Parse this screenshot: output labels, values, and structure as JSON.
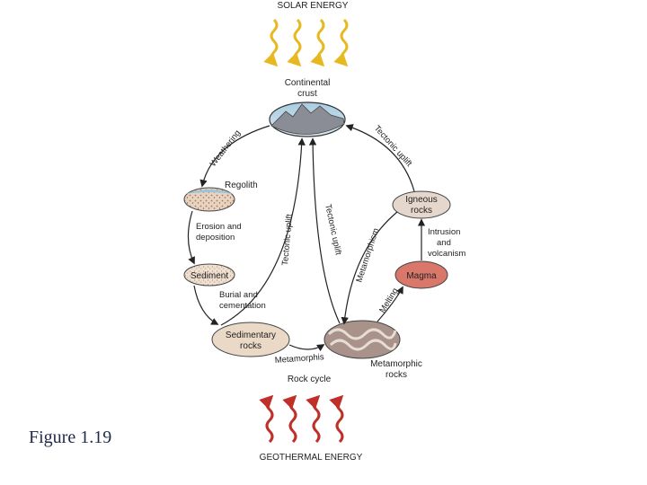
{
  "caption": "Figure 1.19",
  "energy": {
    "top": "SOLAR ENERGY",
    "bottom": "GEOTHERMAL ENERGY"
  },
  "nodes": {
    "continental_crust": "Continental crust",
    "regolith": "Regolith",
    "sediment": "Sediment",
    "sedimentary_rocks": "Sedimentary rocks",
    "metamorphic_rocks": "Metamorphic rocks",
    "igneous_rocks": "Igneous rocks",
    "magma": "Magma"
  },
  "processes": {
    "weathering": "Weathering",
    "erosion_deposition": "Erosion and deposition",
    "burial_cementation": "Burial and cementation",
    "metamorphism_bottom": "Metamorphis",
    "metamorphism_diag": "Metamorphism",
    "tectonic_uplift_right": "Tectonic uplift",
    "tectonic_uplift_left": "Tectonic uplift",
    "tectonic_uplift_center": "Tectonic uplift",
    "intrusion": "Intrusion and volcanism",
    "melting": "Melting"
  },
  "title": "Rock cycle",
  "colors": {
    "solar": "#e8b820",
    "geothermal": "#c0302a",
    "arrow": "#222222",
    "magma": "#d9776a",
    "sediment": "#e6d2bd",
    "rock": "#b8a48f"
  }
}
